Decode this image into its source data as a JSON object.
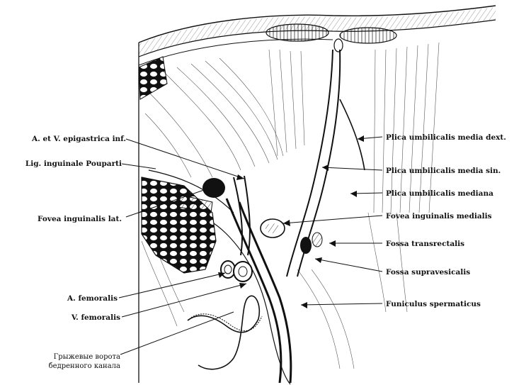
{
  "labels": {
    "left": {
      "epigastrica": "A. et V. epigastrica inf.",
      "inguinale": "Lig. inguinale Pouparti",
      "fovea_lat": "Fovea inguinalis lat.",
      "femoralis_a": "A. femoralis",
      "femoralis_v": "V. femoralis",
      "hernia_line1": "Грыжевые ворота",
      "hernia_line2": "бедренного канала"
    },
    "right": {
      "plica_dext": "Plica umbilicalis media dext.",
      "plica_sin": "Plica umbilicalis media sin.",
      "plica_mediana": "Plica umbilicalis mediana",
      "fovea_med": "Fovea inguinalis medialis",
      "fossa_trans": "Fossa transrectalis",
      "fossa_supra": "Fossa supravesicalis",
      "funiculus": "Funiculus spermaticus"
    }
  },
  "colors": {
    "ink": "#111111",
    "paper": "#ffffff"
  }
}
